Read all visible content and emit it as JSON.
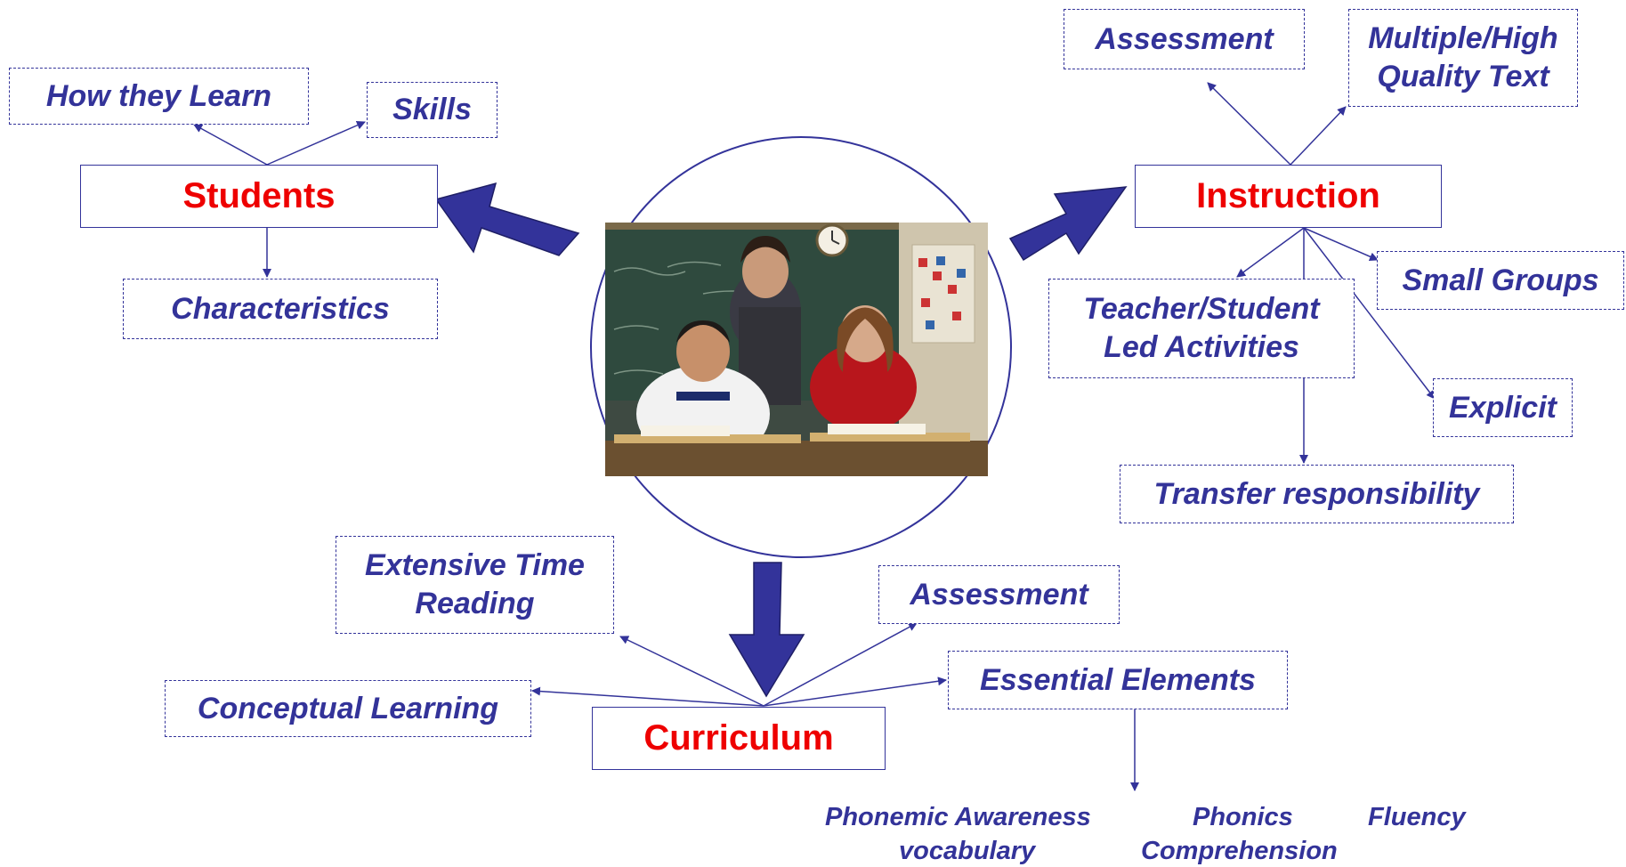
{
  "hub": {
    "students": "Students",
    "instruction": "Instruction",
    "curriculum": "Curriculum"
  },
  "students": {
    "how_they_learn": "How they Learn",
    "skills": "Skills",
    "characteristics": "Characteristics"
  },
  "instruction": {
    "assessment": "Assessment",
    "multiple_high_quality_text": "Multiple/High\nQuality Text",
    "small_groups": "Small Groups",
    "teacher_student_led": "Teacher/Student\nLed Activities",
    "explicit": "Explicit",
    "transfer_responsibility": "Transfer responsibility"
  },
  "curriculum": {
    "extensive_time_reading": "Extensive Time\nReading",
    "assessment": "Assessment",
    "conceptual_learning": "Conceptual Learning",
    "essential_elements": "Essential Elements"
  },
  "essential_elements": {
    "phonemic_awareness": "Phonemic Awareness",
    "phonics": "Phonics",
    "fluency": "Fluency",
    "vocabulary": "vocabulary",
    "comprehension": "Comprehension"
  },
  "colors": {
    "line": "#333399",
    "arrow_fill": "#33339a",
    "main_text": "#ee0000",
    "sub_text": "#333399"
  }
}
